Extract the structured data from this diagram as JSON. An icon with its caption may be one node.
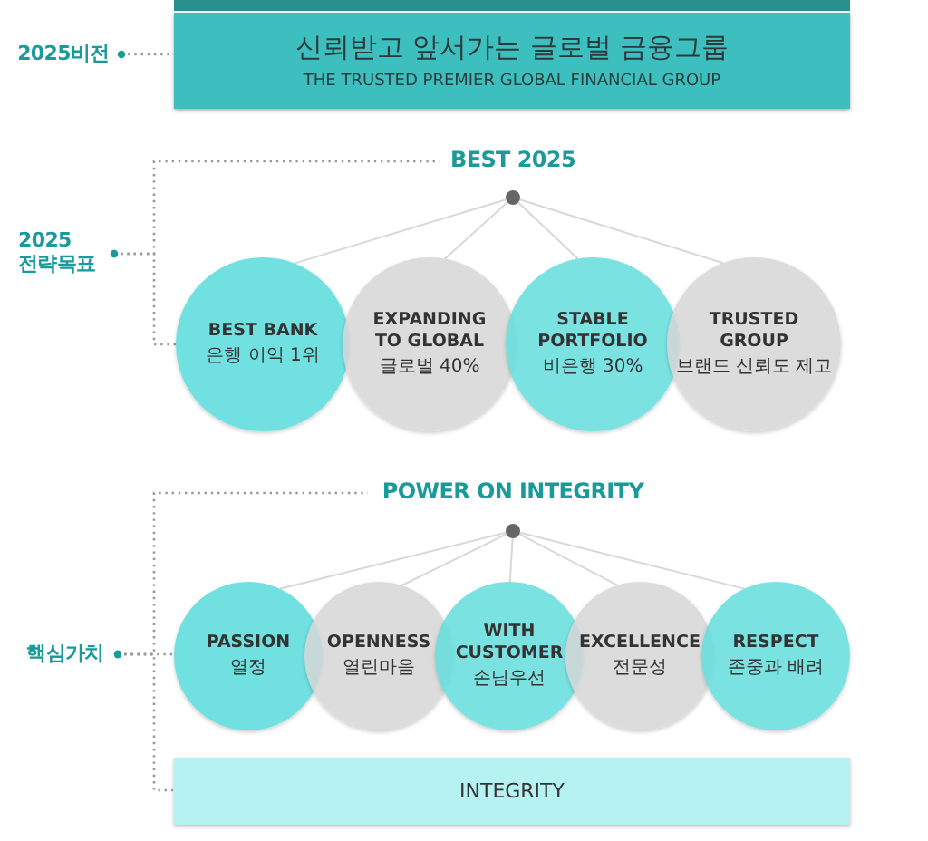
{
  "diagram": {
    "nodes": [
      {
        "text": [
          "2025비전"
        ]
      },
      {
        "text": [
          "신뢰받고 앞서가는 글로벌 금융그룹",
          "THE TRUSTED PREMIER GLOBAL FINANCIAL GROUP"
        ]
      },
      {
        "text": [
          "2025 전략목표"
        ]
      },
      {
        "text": [
          "BEST 2025"
        ]
      },
      {
        "text": [],
        "shape": "circle"
      },
      {
        "text": [
          "BEST BANK",
          "은행 이익 1위"
        ]
      },
      {
        "text": [
          "EXPANDING TO GLOBAL",
          "글로벌 40%"
        ]
      },
      {
        "text": [
          "STABLE PORTFOLIO",
          "비은행 30%"
        ]
      },
      {
        "text": [
          "TRUSTED GROUP",
          "브랜드 신뢰도 제고"
        ]
      },
      {
        "text": [
          "핵심가치"
        ]
      },
      {
        "text": [
          "POWER ON INTEGRITY"
        ]
      },
      {
        "text": [],
        "shape": "circle"
      },
      {
        "text": [
          "PASSION",
          "열정"
        ]
      },
      {
        "text": [
          "OPENNESS",
          "열린마음"
        ]
      },
      {
        "text": [
          "WITH CUSTOMER",
          "손님우선"
        ]
      },
      {
        "text": [
          "EXCELLENCE",
          "전문성"
        ]
      },
      {
        "text": [
          "RESPECT",
          "존중과 배려"
        ]
      },
      {
        "text": [
          "INTEGRITY"
        ]
      }
    ],
    "edges": [
      {
        "from": 0,
        "to": 1,
        "arrow": "other",
        "style": "dashed"
      },
      {
        "from": 2,
        "to": 3,
        "arrow": "other",
        "style": "dashed"
      },
      {
        "from": 2,
        "to": 5,
        "arrow": "other",
        "style": "dashed"
      },
      {
        "from": 4,
        "to": 5,
        "arrow": "none"
      },
      {
        "from": 4,
        "to": 6,
        "arrow": "none"
      },
      {
        "from": 4,
        "to": 7,
        "arrow": "none"
      },
      {
        "from": 4,
        "to": 8,
        "arrow": "none"
      },
      {
        "from": 9,
        "to": 10,
        "arrow": "other",
        "style": "dashed"
      },
      {
        "from": 9,
        "to": 12,
        "arrow": "other",
        "style": "dashed"
      },
      {
        "from": 9,
        "to": 17,
        "arrow": "other",
        "style": "dashed"
      },
      {
        "from": 11,
        "to": 12,
        "arrow": "none"
      },
      {
        "from": 11,
        "to": 13,
        "arrow": "none"
      },
      {
        "from": 11,
        "to": 14,
        "arrow": "none"
      },
      {
        "from": 11,
        "to": 15,
        "arrow": "none"
      },
      {
        "from": 11,
        "to": 16,
        "arrow": "none"
      }
    ]
  }
}
